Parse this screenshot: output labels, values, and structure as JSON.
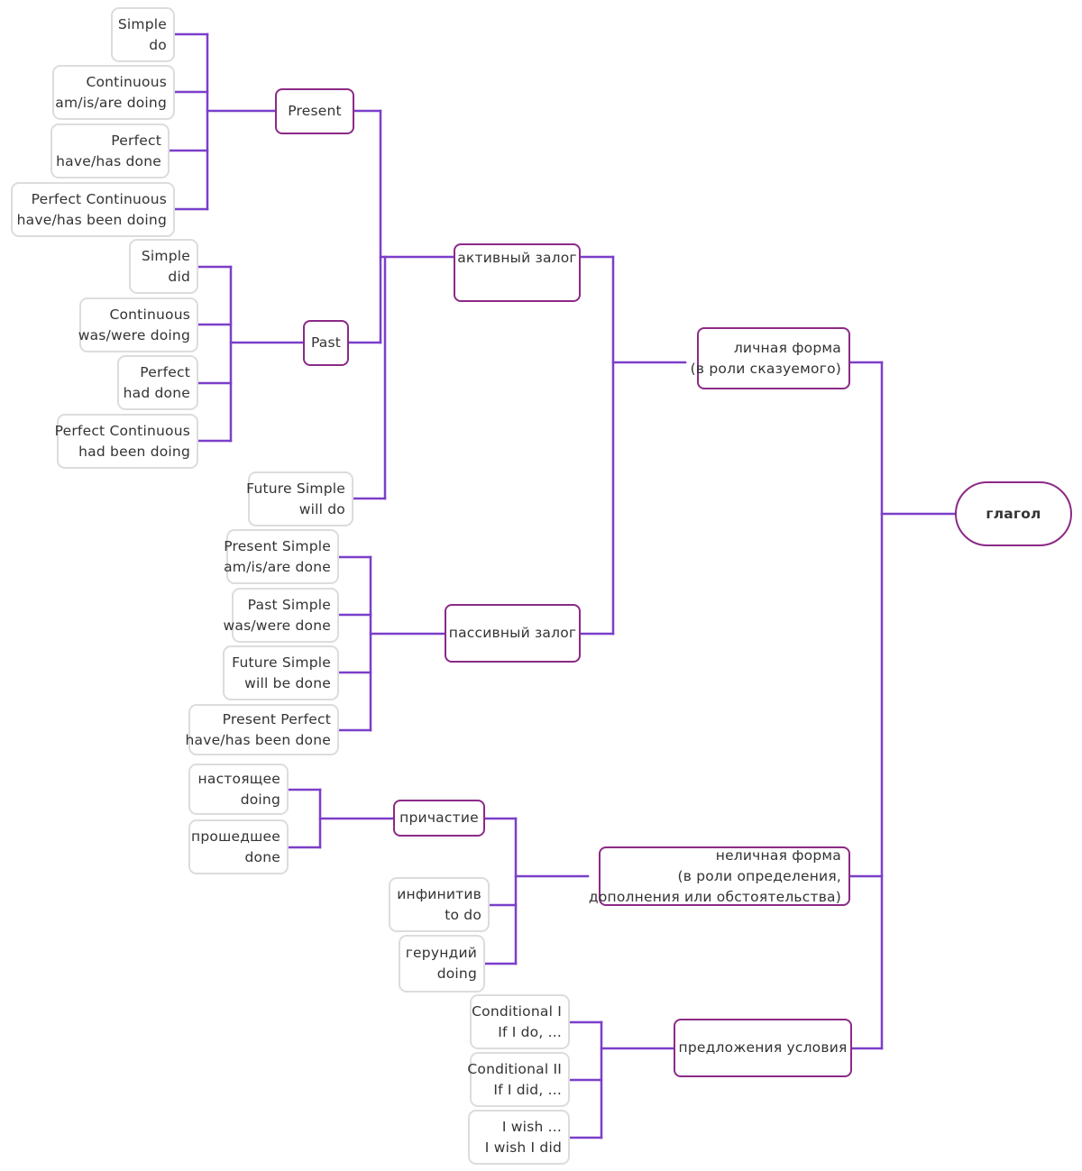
{
  "colors": {
    "connector": "#7b3fc9",
    "hub_border": "#8b2a86",
    "leaf_border": "#dcdcdc",
    "text": "#333333"
  },
  "root": {
    "label": "глагол"
  },
  "personal_form": {
    "line1": "личная форма",
    "line2": "(в роли сказуемого)"
  },
  "active_voice": {
    "label": "активный залог"
  },
  "passive_voice": {
    "label": "пассивный залог"
  },
  "present": {
    "label": "Present"
  },
  "past": {
    "label": "Past"
  },
  "present_tenses": [
    {
      "name": "Simple",
      "form": "do"
    },
    {
      "name": "Continuous",
      "form": "am/is/are doing"
    },
    {
      "name": "Perfect",
      "form": "have/has done"
    },
    {
      "name": "Perfect Continuous",
      "form": "have/has been doing"
    }
  ],
  "past_tenses": [
    {
      "name": "Simple",
      "form": "did"
    },
    {
      "name": "Continuous",
      "form": "was/were doing"
    },
    {
      "name": "Perfect",
      "form": "had done"
    },
    {
      "name": "Perfect Continuous",
      "form": "had been doing"
    }
  ],
  "future_simple": {
    "name": "Future Simple",
    "form": "will do"
  },
  "passive_tenses": [
    {
      "name": "Present Simple",
      "form": "am/is/are done"
    },
    {
      "name": "Past Simple",
      "form": "was/were done"
    },
    {
      "name": "Future Simple",
      "form": "will be done"
    },
    {
      "name": "Present Perfect",
      "form": "have/has been done"
    }
  ],
  "nonfinite_form": {
    "line1": "неличная форма",
    "line2": "(в роли определения,",
    "line3": "дополнения или обстоятельства)"
  },
  "participle": {
    "label": "причастие"
  },
  "participles": [
    {
      "name": "настоящее",
      "form": "doing"
    },
    {
      "name": "прошедшее",
      "form": "done"
    }
  ],
  "infinitive": {
    "name": "инфинитив",
    "form": "to do"
  },
  "gerund": {
    "name": "герундий",
    "form": "doing"
  },
  "conditional_sentences": {
    "label": "предложения условия"
  },
  "conditionals": [
    {
      "name": "Conditional I",
      "form": "If I do, ..."
    },
    {
      "name": "Conditional II",
      "form": "If I did, ..."
    },
    {
      "name": "I wish ...",
      "form": "I wish I did"
    }
  ]
}
